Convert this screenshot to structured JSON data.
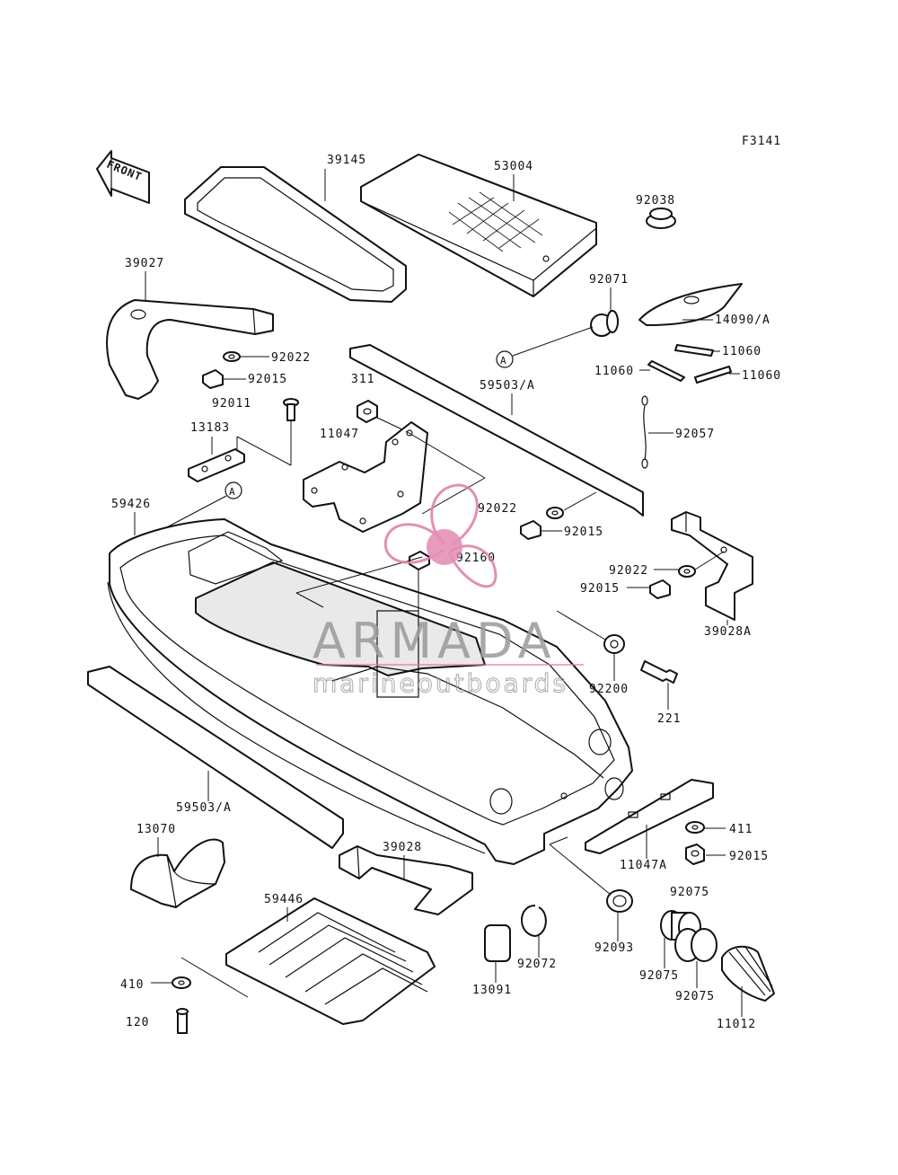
{
  "figure_code": "F3141",
  "front_label": "FRONT",
  "ref_marker": "A",
  "watermark": {
    "title": "ARMADA",
    "subtitle": "marineoutboards",
    "accent_color": "#e07ca8",
    "text_color": "#9a9a9a"
  },
  "parts": {
    "p39145": "39145",
    "p53004": "53004",
    "p92038": "92038",
    "p39027": "39027",
    "p92071": "92071",
    "p14090A": "14090/A",
    "p92022a": "92022",
    "p92015a": "92015",
    "p11060a": "11060",
    "p11060b": "11060",
    "p11060c": "11060",
    "p311": "311",
    "p59503Aa": "59503/A",
    "p92011": "92011",
    "p11047": "11047",
    "p92057": "92057",
    "p13183": "13183",
    "p92022b": "92022",
    "p92015b": "92015",
    "p59426": "59426",
    "p92160": "92160",
    "p92022c": "92022",
    "p92015c": "92015",
    "p39028A": "39028A",
    "p92200": "92200",
    "p221": "221",
    "p59503Ab": "59503/A",
    "p411": "411",
    "p13070": "13070",
    "p39028": "39028",
    "p11047A": "11047A",
    "p92015d": "92015",
    "p59446": "59446",
    "p92075a": "92075",
    "p92072": "92072",
    "p92093": "92093",
    "p92075b": "92075",
    "p13091": "13091",
    "p92075c": "92075",
    "p410": "410",
    "p11012": "11012",
    "p120": "120"
  }
}
